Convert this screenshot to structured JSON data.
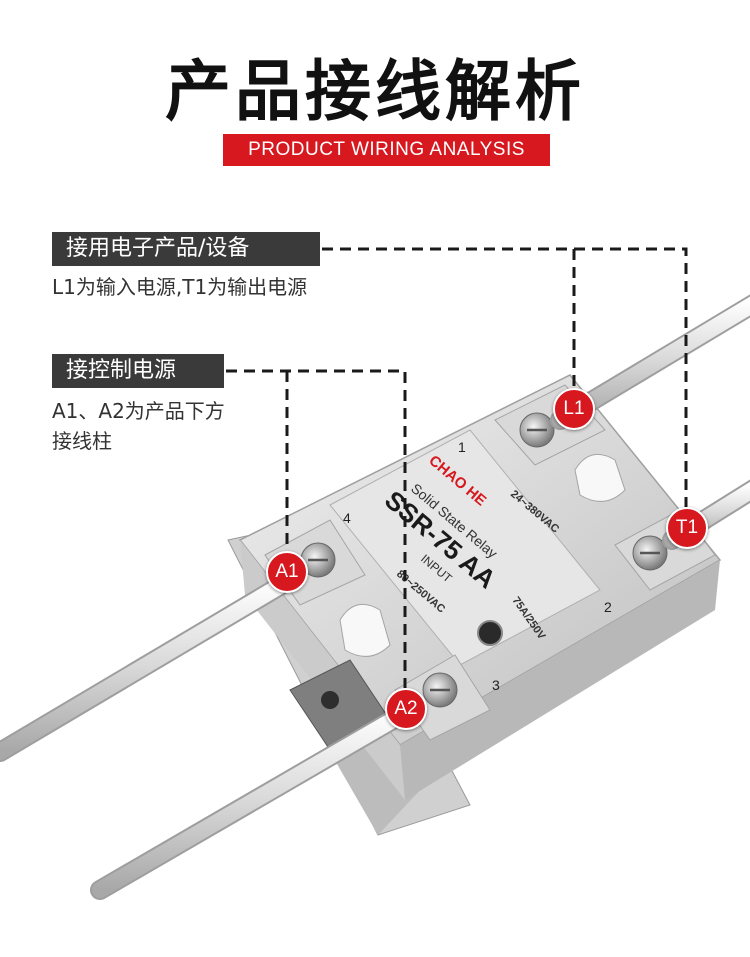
{
  "header": {
    "title": "产品接线解析",
    "subtitle": "PRODUCT WIRING ANALYSIS"
  },
  "callouts": [
    {
      "tag": "接用电子产品/设备",
      "description_lines": [
        "L1为输入电源,T1为输出电源"
      ]
    },
    {
      "tag": "接控制电源",
      "description_lines": [
        "A1、A2为产品下方",
        "接线柱"
      ]
    }
  ],
  "relay": {
    "brand": "CHAO HE",
    "type_label": "Solid State Relay",
    "model": "SSR-75 AA",
    "input_label": "INPUT",
    "input_range": "80~250VAC",
    "output_range": "24~380VAC",
    "rating": "75A/250V",
    "terminal_numbers": [
      "1",
      "2",
      "3",
      "4"
    ]
  },
  "terminals": [
    "L1",
    "T1",
    "A1",
    "A2"
  ],
  "colors": {
    "accent_red": "#d7181f",
    "tag_dark": "#3a3a3a",
    "title_text": "#111111"
  }
}
